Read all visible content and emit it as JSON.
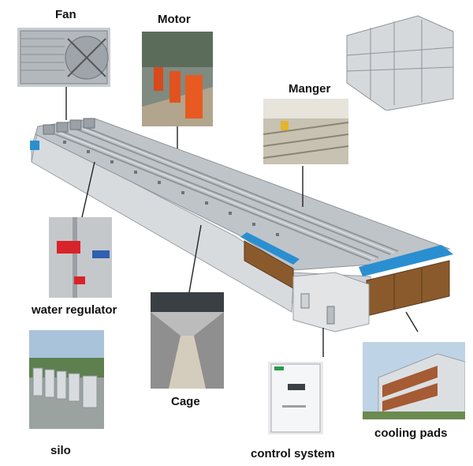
{
  "labels": {
    "fan": "Fan",
    "motor": "Motor",
    "manger": "Manger",
    "water_regulator": "water regulator",
    "cage": "Cage",
    "silo": "silo",
    "control_system": "control system",
    "cooling_pads": "cooling pads"
  },
  "colors": {
    "house_wall": "#d9dcdf",
    "house_roof": "#b9bec3",
    "cooling_pad": "#8a5a2c",
    "pad_roof": "#2a8fd0",
    "leader_line": "#222222"
  }
}
